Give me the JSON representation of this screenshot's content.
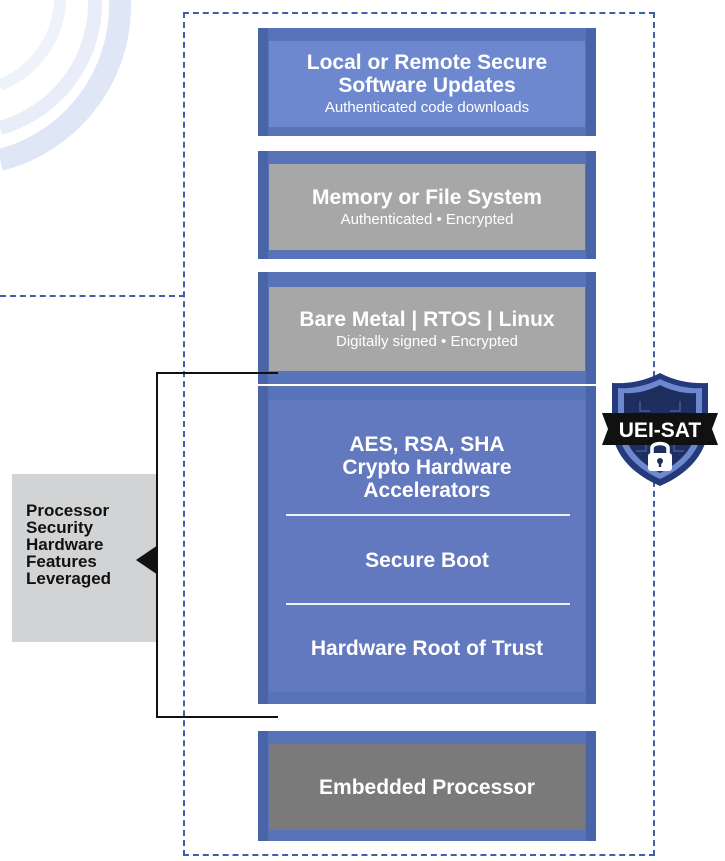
{
  "layers": [
    {
      "title": "Local or Remote Secure Software Updates",
      "subtitle": "Authenticated code downloads",
      "color": "#6d88cf"
    },
    {
      "title": "Memory or File System",
      "subtitle": "Authenticated • Encrypted",
      "color": "#a7a7a8"
    },
    {
      "title": "Bare Metal | RTOS | Linux",
      "subtitle": "Digitally signed • Encrypted",
      "color": "#a7a7a8"
    },
    {
      "title": "AES, RSA, SHA Crypto Hardware Accelerators",
      "color": "#6279bf"
    },
    {
      "title": "Secure Boot",
      "color": "#6279bf"
    },
    {
      "title": "Hardware Root of Trust",
      "color": "#6279bf"
    },
    {
      "title": "Embedded Processor",
      "color": "#7a7a7a"
    }
  ],
  "callout": {
    "lines": [
      "Processor",
      "Security",
      "Hardware",
      "Features",
      "Leveraged"
    ]
  },
  "badge": {
    "label": "UEI-SAT",
    "icon": "padlock-icon"
  },
  "colors": {
    "frame": "#5873b8",
    "dashed_border": "#3f5fa6"
  }
}
